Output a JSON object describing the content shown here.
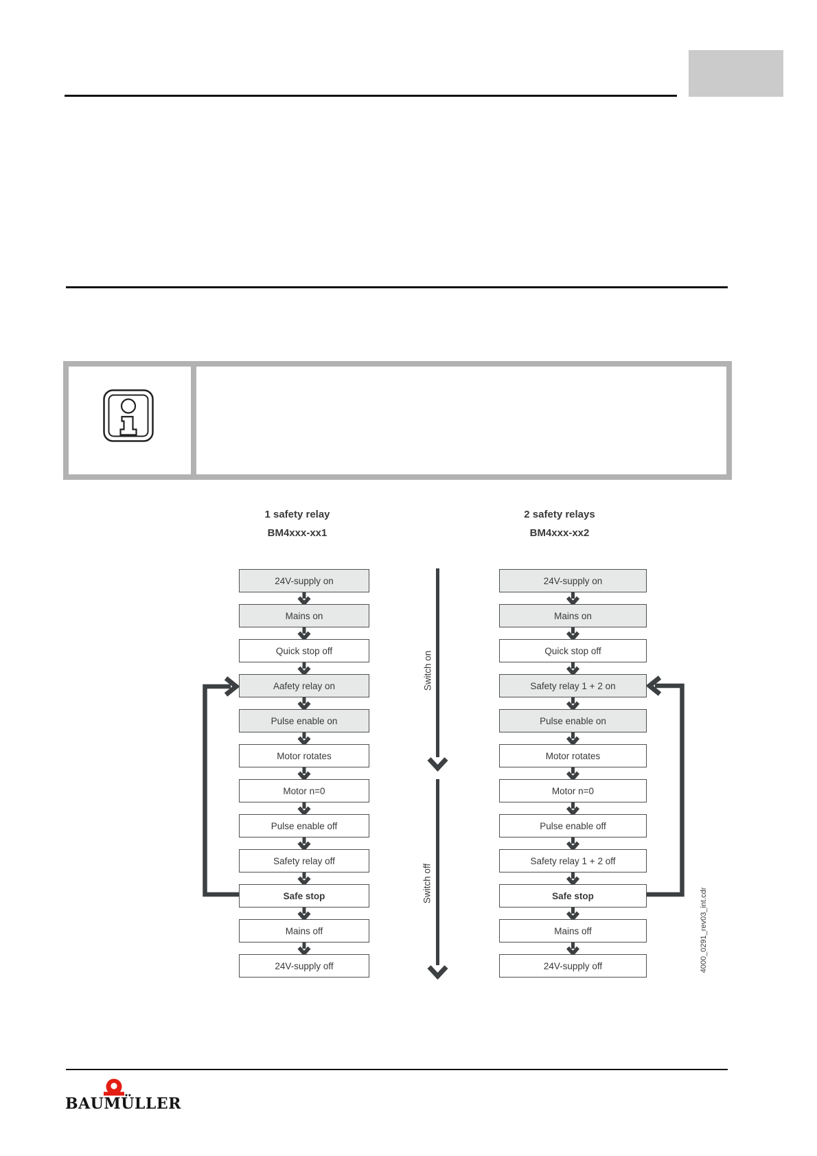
{
  "diagram": {
    "columns": [
      {
        "title_line1": "1 safety relay",
        "title_line2": "BM4xxx-xx1",
        "steps": [
          {
            "label": "24V-supply on",
            "filled": true,
            "bold": false
          },
          {
            "label": "Mains on",
            "filled": true,
            "bold": false
          },
          {
            "label": "Quick stop off",
            "filled": false,
            "bold": false
          },
          {
            "label": "Aafety relay on",
            "filled": true,
            "bold": false
          },
          {
            "label": "Pulse enable on",
            "filled": true,
            "bold": false
          },
          {
            "label": "Motor rotates",
            "filled": false,
            "bold": false
          },
          {
            "label": "Motor n=0",
            "filled": false,
            "bold": false
          },
          {
            "label": "Pulse enable off",
            "filled": false,
            "bold": false
          },
          {
            "label": "Safety relay off",
            "filled": false,
            "bold": false
          },
          {
            "label": "Safe stop",
            "filled": false,
            "bold": true
          },
          {
            "label": "Mains off",
            "filled": false,
            "bold": false
          },
          {
            "label": "24V-supply off",
            "filled": false,
            "bold": false
          }
        ]
      },
      {
        "title_line1": "2 safety relays",
        "title_line2": "BM4xxx-xx2",
        "steps": [
          {
            "label": "24V-supply on",
            "filled": true,
            "bold": false
          },
          {
            "label": "Mains on",
            "filled": true,
            "bold": false
          },
          {
            "label": "Quick stop off",
            "filled": false,
            "bold": false
          },
          {
            "label": "Safety relay 1 + 2 on",
            "filled": true,
            "bold": false
          },
          {
            "label": "Pulse enable on",
            "filled": true,
            "bold": false
          },
          {
            "label": "Motor rotates",
            "filled": false,
            "bold": false
          },
          {
            "label": "Motor n=0",
            "filled": false,
            "bold": false
          },
          {
            "label": "Pulse enable off",
            "filled": false,
            "bold": false
          },
          {
            "label": "Safety relay 1 + 2 off",
            "filled": false,
            "bold": false
          },
          {
            "label": "Safe stop",
            "filled": false,
            "bold": true
          },
          {
            "label": "Mains off",
            "filled": false,
            "bold": false
          },
          {
            "label": "24V-supply off",
            "filled": false,
            "bold": false
          }
        ]
      }
    ],
    "switch_on_label": "Switch on",
    "switch_off_label": "Switch off",
    "file_caption": "4000_0291_rev03_int.cdr"
  },
  "note_box": {
    "icon": "info-icon",
    "text": ""
  },
  "footer": {
    "logo_text": "BAUMÜLLER"
  },
  "colors": {
    "accent_red": "#e31e13",
    "box_fill_gray": "#e7e9e9",
    "note_border_gray": "#b2b2b2",
    "page_marker_gray": "#cbcbcb",
    "arrow_dark": "#3d4042",
    "rule_black": "#121212"
  }
}
